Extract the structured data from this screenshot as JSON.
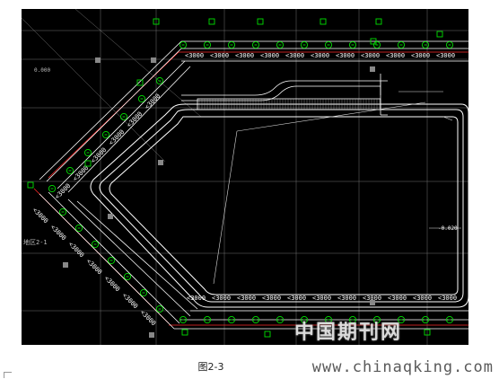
{
  "figure": {
    "caption": "图2-3",
    "watermark": "中国期刊网",
    "site_url": "www.chinaqking.com"
  },
  "drawing": {
    "dimension_label": "<3000",
    "elevation_label": "-0.020",
    "side_label": "地区2-1",
    "level_label": "0.000",
    "colors": {
      "background": "#000000",
      "grid": "#cfcfcf",
      "axis_red": "#ff2a2a",
      "marker_green": "#00e000",
      "outline": "#ffffff"
    }
  }
}
